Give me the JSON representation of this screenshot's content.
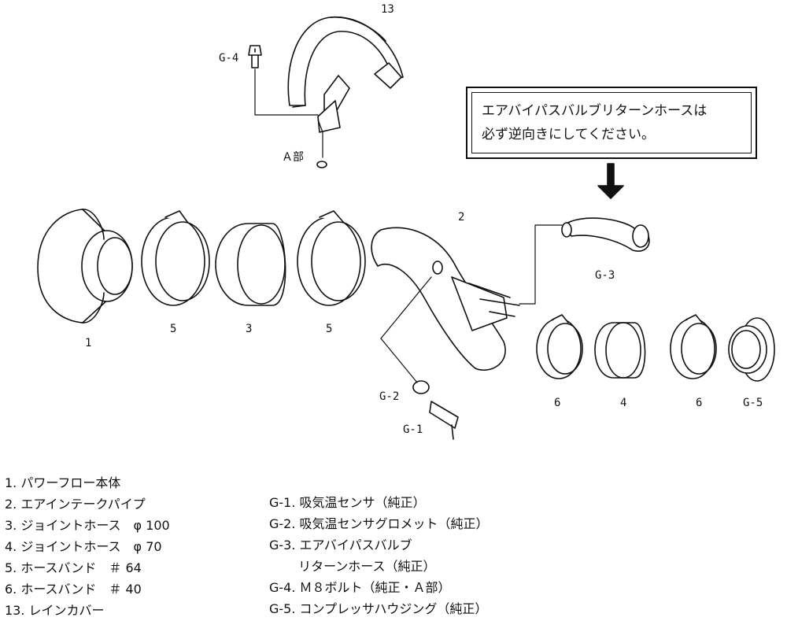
{
  "labels": {
    "p13": "13",
    "g4": "G-4",
    "a_bu": "Ａ部",
    "p2": "2",
    "g3": "G-3",
    "p1": "1",
    "p5a": "5",
    "p3": "3",
    "p5b": "5",
    "g2": "G-2",
    "g1": "G-1",
    "p6a": "6",
    "p4": "4",
    "p6b": "6",
    "g5": "G-5"
  },
  "note": {
    "line1": "エアバイパスバルブリターンホースは",
    "line2": "必ず逆向きにしてください。"
  },
  "legend_left": [
    "1. パワーフロー本体",
    "2. エアインテークパイプ",
    "3. ジョイントホース　φ 100",
    "4. ジョイントホース　φ 70",
    "5. ホースバンド　＃ 64",
    "6. ホースバンド　＃ 40",
    "13. レインカバー"
  ],
  "legend_right": [
    "G-1. 吸気温センサ（純正）",
    "G-2. 吸気温センサグロメット（純正）",
    "G-3. エアバイパスバルブ",
    "　　 リターンホース（純正）",
    "G-4. Ｍ８ボルト（純正・Ａ部）",
    "G-5. コンプレッサハウジング（純正）"
  ]
}
